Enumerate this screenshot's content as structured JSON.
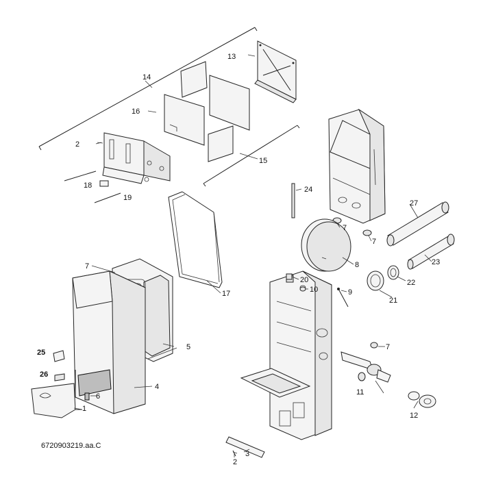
{
  "diagram": {
    "reference_code": "6720903219.aa.C",
    "callouts": {
      "c1": "1",
      "c2a": "2",
      "c2b": "2",
      "c3": "3",
      "c4": "4",
      "c5": "5",
      "c6": "6",
      "c7a": "7",
      "c7b": "7",
      "c7c": "7",
      "c7d": "7",
      "c8": "8",
      "c9": "9",
      "c10": "10",
      "c11": "11",
      "c12": "12",
      "c13": "13",
      "c14": "14",
      "c15": "15",
      "c16": "16",
      "c17": "17",
      "c18": "18",
      "c19": "19",
      "c20": "20",
      "c21": "21",
      "c22": "22",
      "c23": "23",
      "c24": "24",
      "c25": "25",
      "c26": "26",
      "c27": "27"
    }
  }
}
